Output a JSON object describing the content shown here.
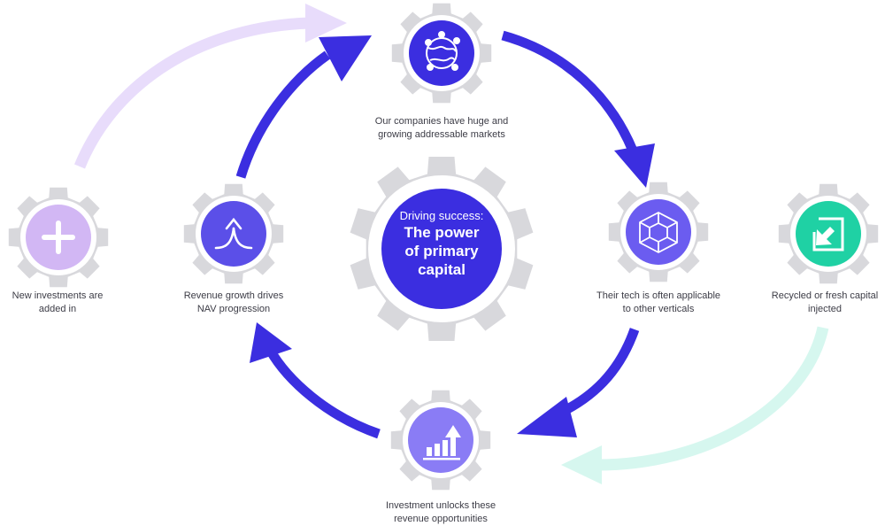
{
  "colors": {
    "gear": "#d8d8dc",
    "primary": "#3b2ee0",
    "circle_new": "#d2b7f4",
    "circle_revenue": "#5b4fe8",
    "circle_tech": "#6b5cf0",
    "circle_recycled": "#1fd1a4",
    "circle_invest": "#8a7cf5",
    "arrow_dark": "#3b2ee0",
    "arrow_lilac": "#e8dcfb",
    "arrow_mint": "#d6f7ef"
  },
  "center": {
    "line1": "Driving success:",
    "line2": "The power",
    "line3": "of primary",
    "line4": "capital"
  },
  "nodes": {
    "markets": {
      "icon": "globe-network-icon",
      "label1": "Our companies have huge and",
      "label2": "growing  addressable markets"
    },
    "tech": {
      "icon": "cube-icon",
      "label1": "Their tech is often applicable",
      "label2": "to other verticals"
    },
    "invest": {
      "icon": "bar-chart-arrow-icon",
      "label1": "Investment unlocks these",
      "label2": "revenue opportunities"
    },
    "revenue": {
      "icon": "merge-arrow-icon",
      "label1": "Revenue growth drives",
      "label2": "NAV progression"
    },
    "new": {
      "icon": "plus-icon",
      "label1": "New investments are",
      "label2": "added in"
    },
    "recycled": {
      "icon": "arrow-in-box-icon",
      "label1": "Recycled or fresh capital",
      "label2": "injected"
    }
  }
}
